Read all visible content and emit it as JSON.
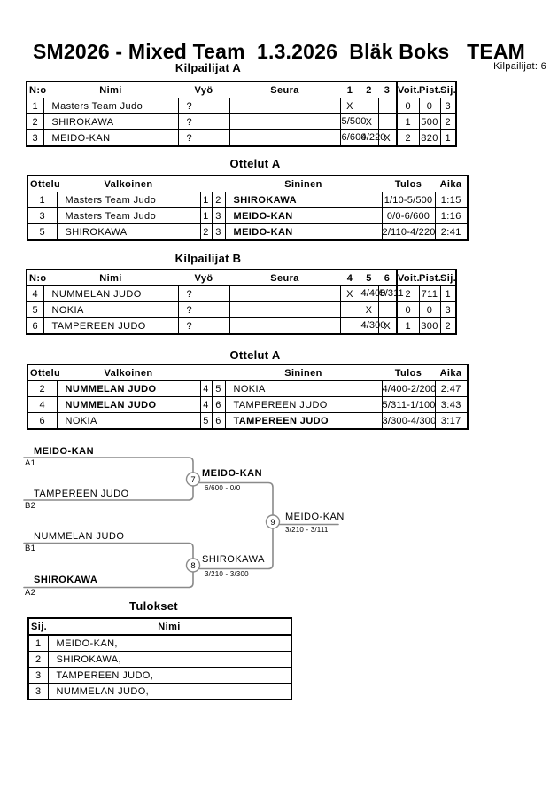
{
  "page": {
    "title": "SM2026 - Mixed Team  1.3.2026  Bläk Boks   TEAM",
    "competitor_count": "Kilpailijat: 6"
  },
  "sections": {
    "kilpailijat_a_title": "Kilpailijat A",
    "ottelut_a1_title": "Ottelut A",
    "kilpailijat_b_title": "Kilpailijat B",
    "ottelut_a2_title": "Ottelut A",
    "tulokset_title": "Tulokset"
  },
  "kilpailijat_headers": {
    "no": "N:o",
    "nimi": "Nimi",
    "vyo": "Vyö",
    "seura": "Seura",
    "voit": "Voit.",
    "pist": "Pist.",
    "sij": "Sij."
  },
  "kilpailijat_a": {
    "col1": "1",
    "col2": "2",
    "col3": "3",
    "rows": [
      {
        "no": "1",
        "nimi": "Masters Team Judo",
        "vyo": "?",
        "seura": "",
        "c1": "X",
        "c2": "",
        "c3": "",
        "voit": "0",
        "pist": "0",
        "sij": "3"
      },
      {
        "no": "2",
        "nimi": "SHIROKAWA",
        "vyo": "?",
        "seura": "",
        "c1": "5/500",
        "c1_ovf": true,
        "c2": "X",
        "c3": "",
        "voit": "1",
        "pist": "500",
        "sij": "2"
      },
      {
        "no": "3",
        "nimi": "MEIDO-KAN",
        "vyo": "?",
        "seura": "",
        "c1": "6/600",
        "c1_ovf": true,
        "c2": "4/220",
        "c2_ovf": true,
        "c3": "X",
        "voit": "2",
        "pist": "820",
        "sij": "1"
      }
    ]
  },
  "kilpailijat_b": {
    "col1": "4",
    "col2": "5",
    "col3": "6",
    "rows": [
      {
        "no": "4",
        "nimi": "NUMMELAN JUDO",
        "vyo": "?",
        "seura": "",
        "c1": "X",
        "c2": "4/400",
        "c2_ovf": true,
        "c3": "5/311",
        "c3_ovf": true,
        "voit": "2",
        "pist": "711",
        "sij": "1"
      },
      {
        "no": "5",
        "nimi": "NOKIA",
        "vyo": "?",
        "seura": "",
        "c1": "",
        "c2": "X",
        "c3": "",
        "voit": "0",
        "pist": "0",
        "sij": "3"
      },
      {
        "no": "6",
        "nimi": "TAMPEREEN JUDO",
        "vyo": "?",
        "seura": "",
        "c1": "",
        "c2": "4/300",
        "c2_ovf": true,
        "c3": "X",
        "voit": "1",
        "pist": "300",
        "sij": "2"
      }
    ]
  },
  "ottelut_headers": {
    "ottelu": "Ottelu",
    "valkoinen": "Valkoinen",
    "sininen": "Sininen",
    "tulos": "Tulos",
    "aika": "Aika"
  },
  "ottelut_a1": {
    "rows": [
      {
        "ottelu": "1",
        "valkoinen": "Masters Team Judo",
        "wno": "1",
        "bno": "2",
        "sininen": "SHIROKAWA",
        "sininen_bold": true,
        "tulos": "1/10-5/500",
        "aika": "1:15"
      },
      {
        "ottelu": "3",
        "valkoinen": "Masters Team Judo",
        "wno": "1",
        "bno": "3",
        "sininen": "MEIDO-KAN",
        "sininen_bold": true,
        "tulos": "0/0-6/600",
        "aika": "1:16"
      },
      {
        "ottelu": "5",
        "valkoinen": "SHIROKAWA",
        "wno": "2",
        "bno": "3",
        "sininen": "MEIDO-KAN",
        "sininen_bold": true,
        "tulos": "2/110-4/220",
        "aika": "2:41"
      }
    ]
  },
  "ottelut_a2": {
    "rows": [
      {
        "ottelu": "2",
        "valkoinen": "NUMMELAN JUDO",
        "valkoinen_bold": true,
        "wno": "4",
        "bno": "5",
        "sininen": "NOKIA",
        "tulos": "4/400-2/200",
        "aika": "2:47"
      },
      {
        "ottelu": "4",
        "valkoinen": "NUMMELAN JUDO",
        "valkoinen_bold": true,
        "wno": "4",
        "bno": "6",
        "sininen": "TAMPEREEN JUDO",
        "tulos": "5/311-1/100",
        "aika": "3:43"
      },
      {
        "ottelu": "6",
        "valkoinen": "NOKIA",
        "wno": "5",
        "bno": "6",
        "sininen": "TAMPEREEN JUDO",
        "sininen_bold": true,
        "tulos": "3/300-4/300",
        "aika": "3:17"
      }
    ]
  },
  "bracket": {
    "line_color": "#8a8a8a",
    "slots": {
      "a1": {
        "name": "MEIDO-KAN",
        "seed": "A1",
        "bold": true
      },
      "b2": {
        "name": "TAMPEREEN JUDO",
        "seed": "B2",
        "bold": false
      },
      "b1": {
        "name": "NUMMELAN JUDO",
        "seed": "B1",
        "bold": false
      },
      "a2": {
        "name": "SHIROKAWA",
        "seed": "A2",
        "bold": true
      }
    },
    "matches": {
      "m7": {
        "num": "7",
        "winner": "MEIDO-KAN",
        "winner_bold": true,
        "score": "6/600 - 0/0"
      },
      "m8": {
        "num": "8",
        "winner": "SHIROKAWA",
        "winner_bold": false,
        "score": "3/210 - 3/300"
      },
      "m9": {
        "num": "9",
        "winner": "MEIDO-KAN",
        "winner_bold": false,
        "score": "3/210 - 3/111"
      }
    }
  },
  "tulokset": {
    "headers": {
      "sij": "Sij.",
      "nimi": "Nimi"
    },
    "rows": [
      {
        "sij": "1",
        "nimi": "MEIDO-KAN,"
      },
      {
        "sij": "2",
        "nimi": "SHIROKAWA,"
      },
      {
        "sij": "3",
        "nimi": "TAMPEREEN JUDO,"
      },
      {
        "sij": "3",
        "nimi": "NUMMELAN JUDO,"
      }
    ]
  }
}
